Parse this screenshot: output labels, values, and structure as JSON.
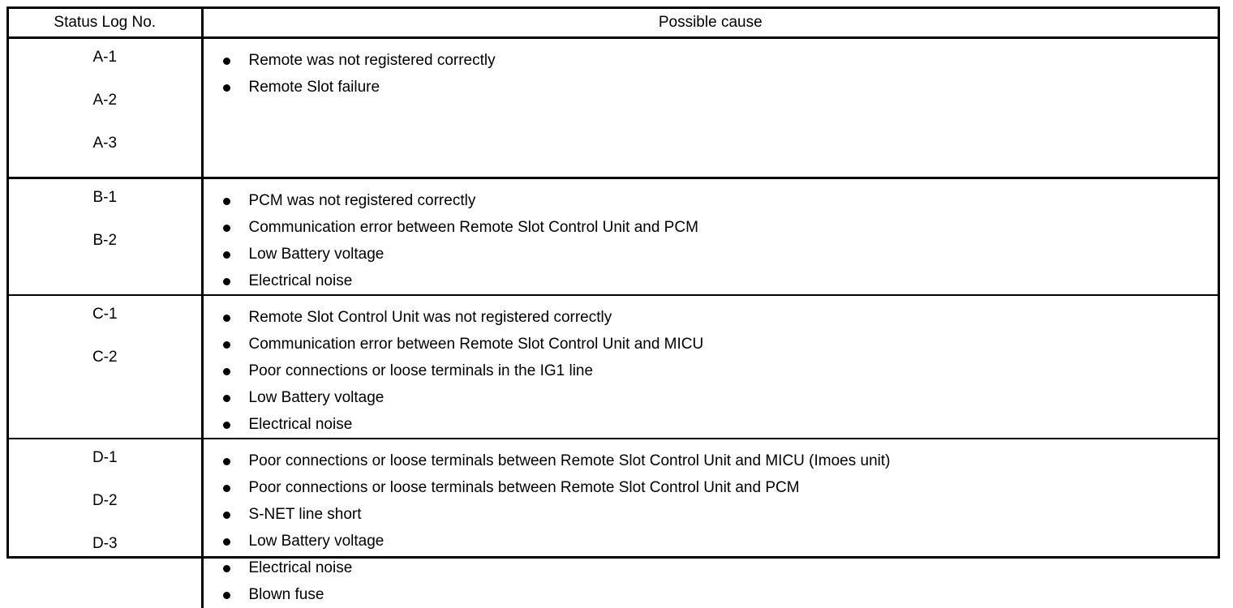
{
  "table": {
    "headers": {
      "code_column": "Status Log No.",
      "cause_column": "Possible cause"
    },
    "groups": [
      {
        "id": "group-a",
        "codes": [
          "A-1",
          "A-2",
          "A-3"
        ],
        "causes": [
          "Remote was not registered correctly",
          "Remote Slot failure"
        ]
      },
      {
        "id": "group-b",
        "codes": [
          "B-1",
          "B-2"
        ],
        "causes": [
          "PCM was not registered correctly",
          "Communication error between Remote Slot Control Unit and PCM",
          "Low Battery voltage",
          "Electrical noise"
        ]
      },
      {
        "id": "group-c",
        "codes": [
          "C-1",
          "C-2"
        ],
        "causes": [
          "Remote Slot Control Unit was not registered correctly",
          "Communication error between Remote Slot Control Unit and MICU",
          "Poor connections or loose terminals in the IG1 line",
          "Low Battery voltage",
          "Electrical noise"
        ]
      },
      {
        "id": "group-d",
        "codes": [
          "D-1",
          "D-2",
          "D-3"
        ],
        "causes": [
          "Poor connections or loose terminals between Remote Slot Control Unit and MICU (Imoes unit)",
          "Poor connections or loose terminals between Remote Slot Control Unit and PCM",
          "S-NET line short",
          "Low Battery voltage",
          "Electrical noise",
          "Blown fuse"
        ]
      }
    ]
  },
  "style": {
    "border_color": "#000000",
    "text_color": "#000000",
    "background_color": "#ffffff"
  }
}
